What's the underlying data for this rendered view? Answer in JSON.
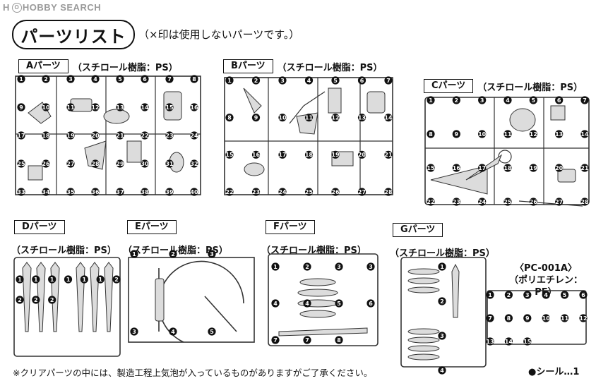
{
  "watermark": {
    "text": "HOBBY SEARCH",
    "logo_letter": "O"
  },
  "title": "パーツリスト",
  "title_note": "（×印は使用しないパーツです。）",
  "sections": [
    {
      "id": "A",
      "label": "Aパーツ",
      "material": "（スチロール樹脂：PS）"
    },
    {
      "id": "B",
      "label": "Bパーツ",
      "material": "（スチロール樹脂：PS）"
    },
    {
      "id": "C",
      "label": "Cパーツ",
      "material": "（スチロール樹脂：PS）"
    },
    {
      "id": "D",
      "label": "Dパーツ",
      "material": "（スチロール樹脂：PS）"
    },
    {
      "id": "E",
      "label": "Eパーツ",
      "material": "（スチロール樹脂：PS）"
    },
    {
      "id": "F",
      "label": "Fパーツ",
      "material": "（スチロール樹脂：PS）"
    },
    {
      "id": "G",
      "label": "Gパーツ",
      "material": "（スチロール樹脂：PS）"
    }
  ],
  "pc": {
    "code": "〈PC-001A〉",
    "material": "（ポリエチレン：PE）"
  },
  "footer_note": "※クリアパーツの中には、製造工程上気泡が入っているものがありますがご了承ください。",
  "seal_note": "●シール…1",
  "runner_numbers": {
    "A": [
      "1",
      "2",
      "3",
      "4",
      "5",
      "6",
      "7",
      "8",
      "9",
      "10",
      "11",
      "12",
      "13",
      "14",
      "15",
      "16",
      "17",
      "18",
      "19",
      "20",
      "21",
      "22",
      "23",
      "24",
      "25",
      "26",
      "27",
      "28",
      "29",
      "30",
      "31",
      "32",
      "33",
      "34",
      "35",
      "36",
      "37",
      "38",
      "39",
      "40"
    ],
    "B": [
      "1",
      "2",
      "3",
      "4",
      "5",
      "6",
      "7",
      "8",
      "9",
      "10",
      "11",
      "12",
      "13",
      "14",
      "15",
      "16",
      "17",
      "18",
      "19",
      "20",
      "21",
      "22",
      "23",
      "24",
      "25",
      "26",
      "27",
      "28"
    ],
    "C": [
      "1",
      "2",
      "3",
      "4",
      "5",
      "6",
      "7",
      "8",
      "9",
      "10",
      "11",
      "12",
      "13",
      "14",
      "15",
      "16",
      "17",
      "18",
      "19",
      "20",
      "21",
      "22",
      "23",
      "24",
      "25",
      "26",
      "27",
      "28"
    ],
    "D": [
      "1",
      "1",
      "1",
      "1",
      "1",
      "1",
      "2",
      "2",
      "2",
      "2"
    ],
    "E": [
      "1",
      "2",
      "3",
      "3",
      "4",
      "5"
    ],
    "F": [
      "1",
      "2",
      "3",
      "3",
      "4",
      "4",
      "5",
      "6",
      "7",
      "7",
      "8"
    ],
    "G": [
      "1",
      "2",
      "3",
      "4"
    ],
    "PC": [
      "1",
      "2",
      "3",
      "4",
      "5",
      "6",
      "7",
      "8",
      "9",
      "10",
      "11",
      "12",
      "13",
      "14",
      "15"
    ]
  },
  "colors": {
    "ink": "#111111",
    "watermark": "#9a9a9a",
    "part_fill": "#dcdcdc"
  }
}
